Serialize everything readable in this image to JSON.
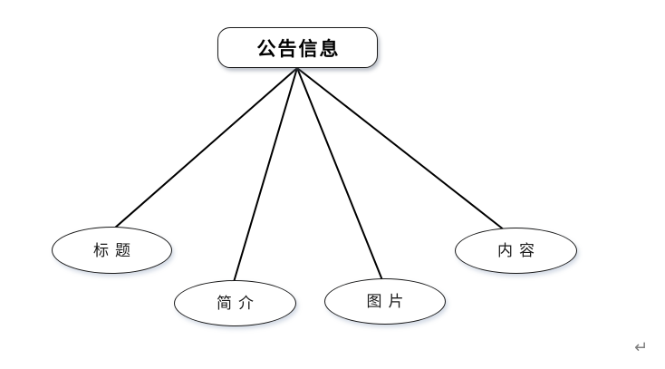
{
  "diagram": {
    "root": {
      "label": "公告信息"
    },
    "children": [
      {
        "id": "title",
        "label": "标题"
      },
      {
        "id": "intro",
        "label": "简介"
      },
      {
        "id": "picture",
        "label": "图片"
      },
      {
        "id": "content",
        "label": "内容"
      }
    ],
    "colors": {
      "background": "#ffffff",
      "shape_fill": "#ffffff",
      "shape_stroke": "#1a1a1a",
      "line_stroke": "#000000",
      "root_text": "#000000",
      "child_text": "#1a1a1a",
      "paragraph_mark": "#7f7f7f"
    }
  },
  "document": {
    "paragraph_mark": "↵"
  }
}
